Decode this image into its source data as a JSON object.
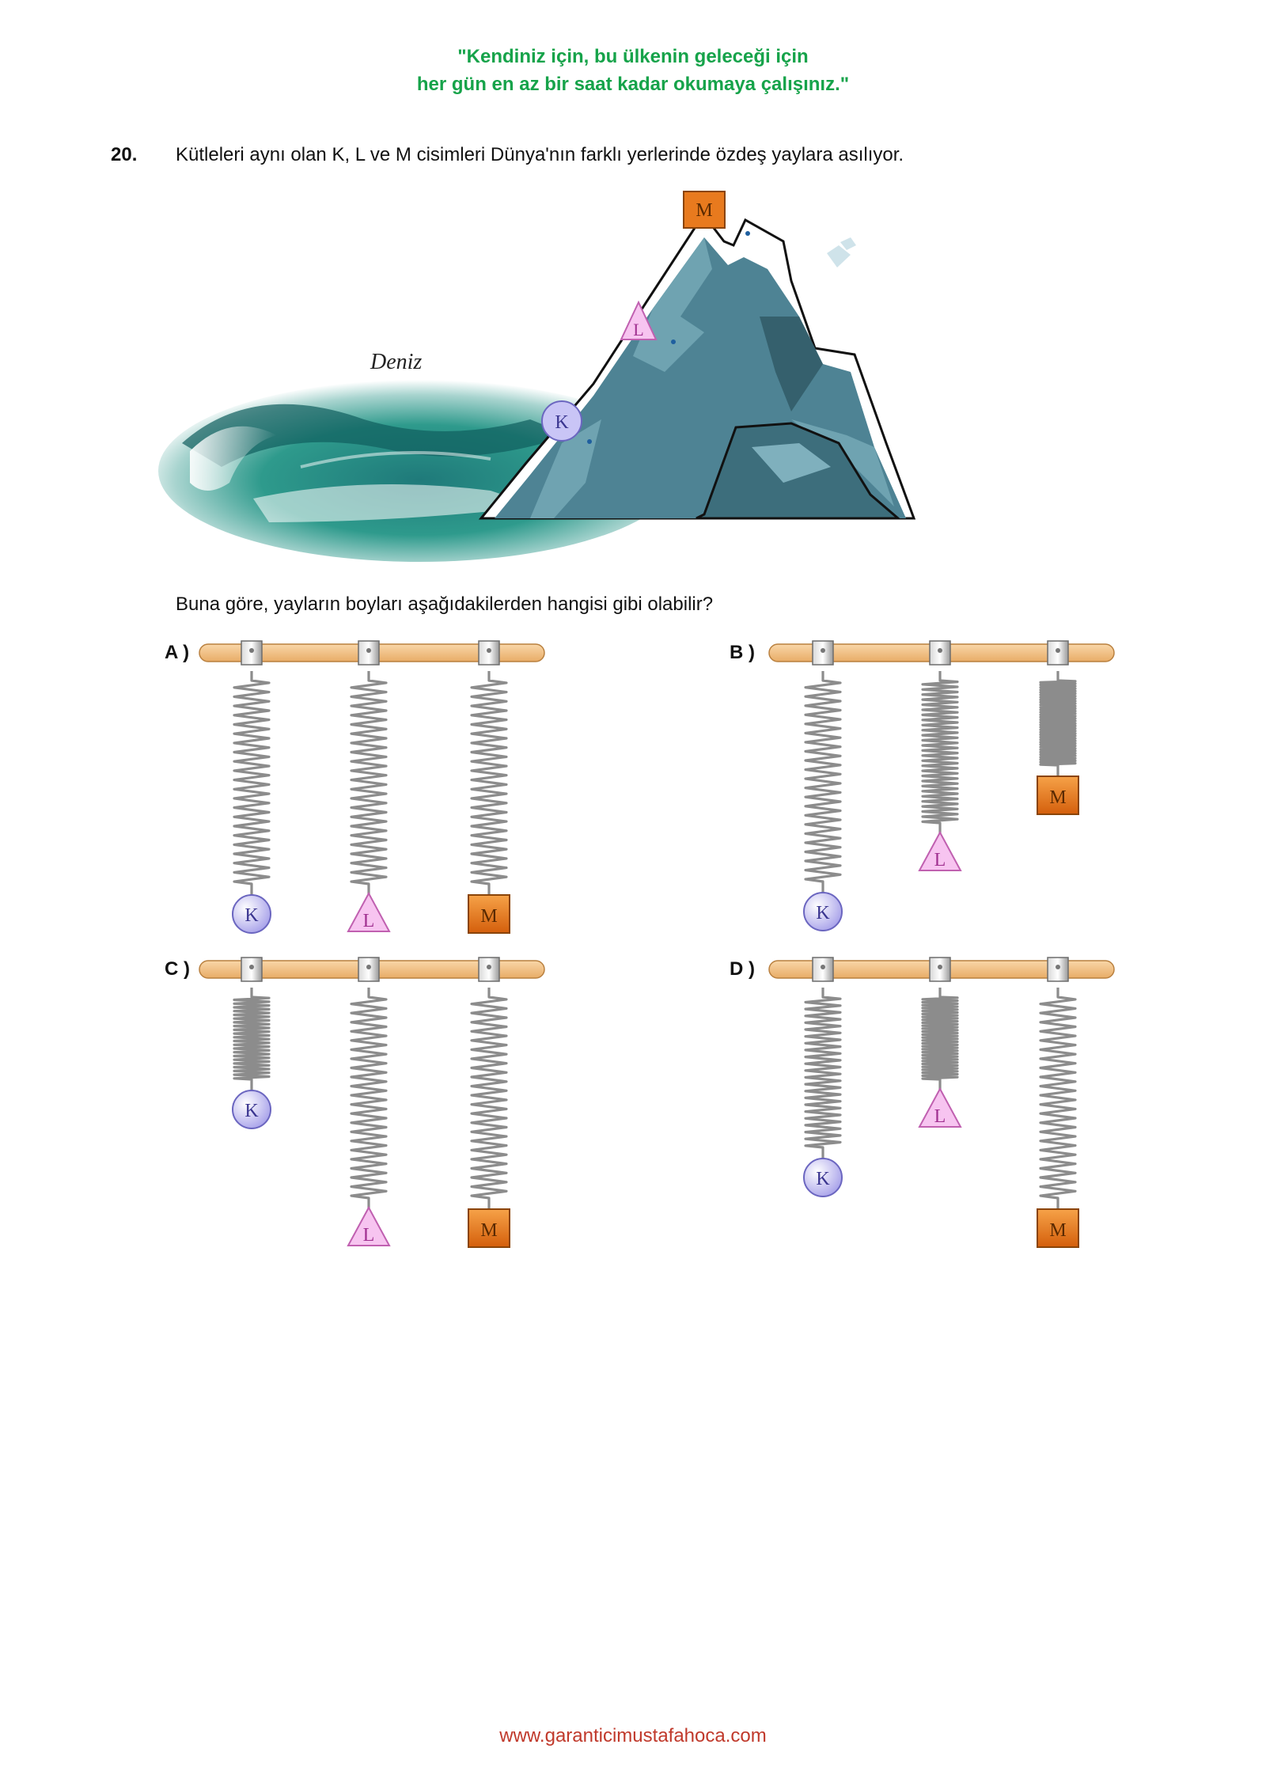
{
  "header": {
    "motto_line1": "\"Kendiniz için, bu ülkenin geleceği için",
    "motto_line2": "her gün en az bir saat kadar okumaya çalışınız.\""
  },
  "question": {
    "number": "20.",
    "text": "Kütleleri aynı olan K, L ve M cisimleri Dünya'nın farklı yerlerinde özdeş yaylara asılıyor.",
    "prompt": "Buna göre, yayların boyları aşağıdakilerden hangisi gibi olabilir?"
  },
  "scene": {
    "sea_label": "Deniz",
    "objects": [
      "K",
      "L",
      "M"
    ]
  },
  "options": [
    {
      "label": "A )",
      "masses": [
        "K",
        "L",
        "M"
      ]
    },
    {
      "label": "B )",
      "masses": [
        "K",
        "L",
        "M"
      ]
    },
    {
      "label": "C )",
      "masses": [
        "K",
        "L",
        "M"
      ]
    },
    {
      "label": "D )",
      "masses": [
        "K",
        "L",
        "M"
      ]
    }
  ],
  "colors": {
    "motto": "#16a34a",
    "footer": "#c0392b",
    "mountain": "#4e8394",
    "bar": "#f3c48d",
    "sphere": "#b9b4ef",
    "triangle": "#f5b8ee",
    "block": "#e87a1e"
  },
  "footer": {
    "url": "www.garanticimustafahoca.com"
  }
}
